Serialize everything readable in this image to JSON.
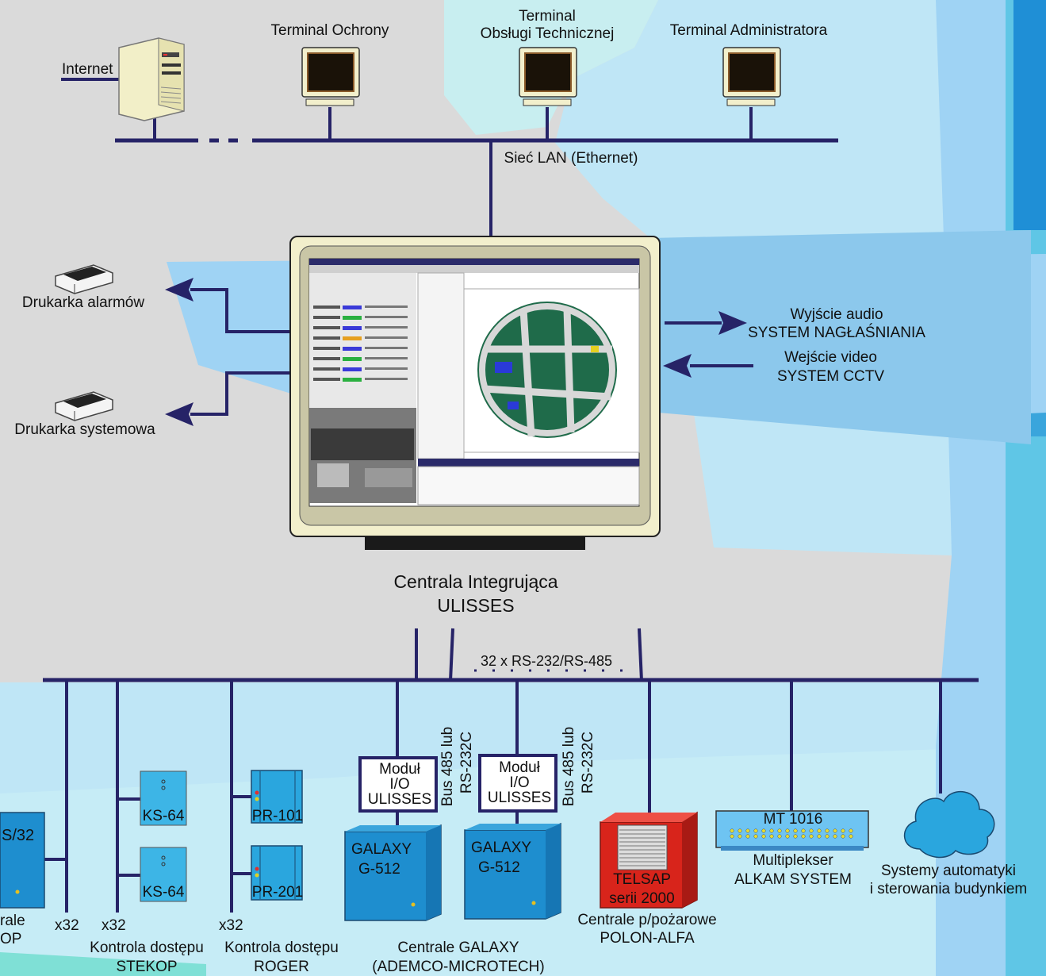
{
  "top": {
    "internet": "Internet",
    "terminal_ochrony": "Terminal Ochrony",
    "terminal_obslugi_line1": "Terminal",
    "terminal_obslugi_line2": "Obsługi Technicznej",
    "terminal_admin": "Terminal Administratora",
    "lan": "Sieć LAN (Ethernet)"
  },
  "left": {
    "printer_alarm": "Drukarka alarmów",
    "printer_system": "Drukarka systemowa"
  },
  "right": {
    "audio_line1": "Wyjście audio",
    "audio_line2": "SYSTEM NAGŁAŚNIANIA",
    "video_line1": "Wejście video",
    "video_line2": "SYSTEM CCTV"
  },
  "center": {
    "title_line1": "Centrala Integrująca",
    "title_line2": "ULISSES"
  },
  "bus": {
    "rs_label": "32 x RS-232/RS-485"
  },
  "bottom": {
    "edge_box_label": "S/32",
    "edge_text1": "rale",
    "edge_text2": "OP",
    "x32_a": "x32",
    "x32_b": "x32",
    "x32_c": "x32",
    "ks64_1": "KS-64",
    "ks64_2": "KS-64",
    "pr101": "PR-101",
    "pr201": "PR-201",
    "stekop_line1": "Kontrola dostępu",
    "stekop_line2": "STEKOP",
    "roger_line1": "Kontrola dostępu",
    "roger_line2": "ROGER",
    "modul_line1": "Moduł",
    "modul_line2": "I/O",
    "modul_line3": "ULISSES",
    "bus485_line1": "Bus 485 lub",
    "bus485_line2": "RS-232C",
    "galaxy_line1": "GALAXY",
    "galaxy_line2": "G-512",
    "galaxy_caption_line1": "Centrale GALAXY",
    "galaxy_caption_line2": "(ADEMCO-MICROTECH)",
    "telsap_line1": "TELSAP",
    "telsap_line2": "serii 2000",
    "polon_line1": "Centrale p/pożarowe",
    "polon_line2": "POLON-ALFA",
    "mt_label": "MT 1016",
    "mux_line1": "Multiplekser",
    "mux_line2": "ALKAM SYSTEM",
    "auto_line1": "Systemy automatyki",
    "auto_line2": "i sterowania budynkiem"
  },
  "colors": {
    "line": "#262367",
    "gray_bg": "#dadada",
    "light_blue": "#bfe6f6",
    "sky_blue": "#9fd3f4",
    "teal": "#7fe0d6",
    "cabinet_blue": "#1e8ecf",
    "fire_red": "#d8241b",
    "module_blue": "#2aa6de",
    "monitor_body": "#f2efcc"
  }
}
